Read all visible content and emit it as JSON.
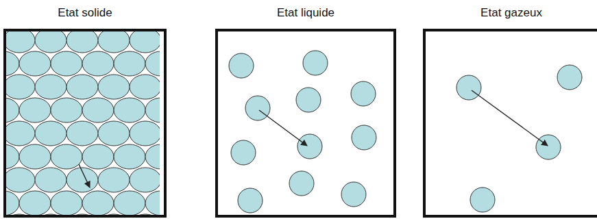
{
  "diagram": {
    "nodes": [
      {
        "text": [
          "Etat solide"
        ]
      },
      {
        "text": [
          "Etat liquide"
        ]
      },
      {
        "text": [
          "Etat gazeux"
        ]
      }
    ]
  }
}
